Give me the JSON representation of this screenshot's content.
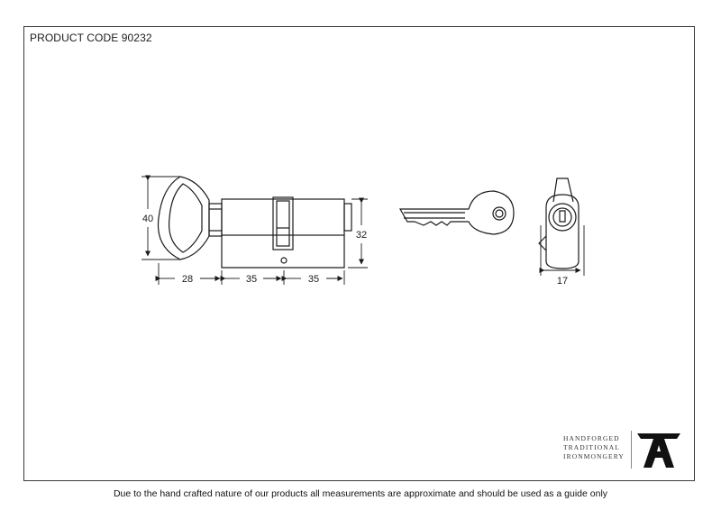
{
  "header": {
    "product_code": "PRODUCT CODE 90232"
  },
  "dimensions": {
    "thumbturn_height": "40",
    "thumbturn_length": "28",
    "cylinder_left": "35",
    "cylinder_right": "35",
    "cylinder_height": "32",
    "end_width": "17"
  },
  "brand": {
    "line1": "HANDFORGED",
    "line2": "TRADITIONAL",
    "line3": "IRONMONGERY",
    "logo_icon": "anvil-a-icon"
  },
  "footer": {
    "note": "Due to the hand crafted nature of our products all measurements are approximate and should be used as a guide only"
  },
  "colors": {
    "line": "#1a1a1a",
    "frame": "#3a3a3a"
  }
}
